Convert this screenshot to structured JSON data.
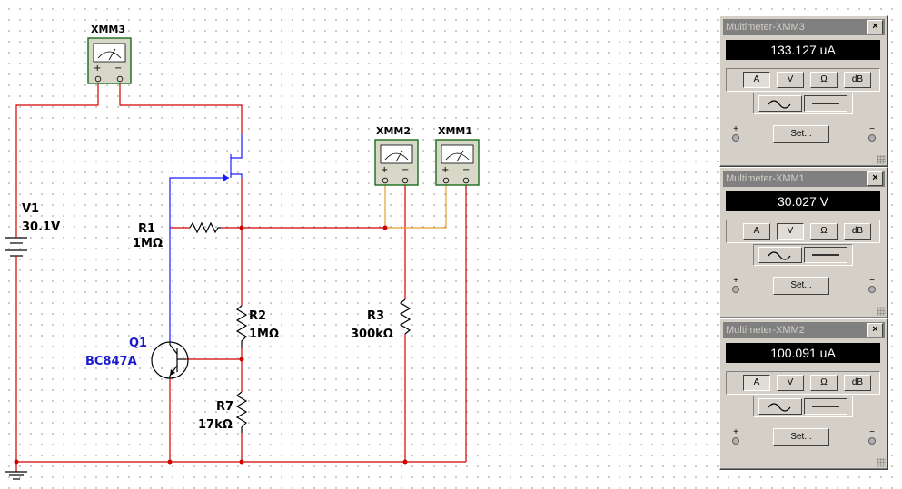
{
  "schematic": {
    "meters": {
      "xmm3": "XMM3",
      "xmm2": "XMM2",
      "xmm1": "XMM1",
      "plus": "+",
      "minus": "−"
    },
    "v1": {
      "name": "V1",
      "value": "30.1V"
    },
    "r1": {
      "name": "R1",
      "value": "1MΩ"
    },
    "r2": {
      "name": "R2",
      "value": "1MΩ"
    },
    "r3": {
      "name": "R3",
      "value": "300kΩ"
    },
    "r7": {
      "name": "R7",
      "value": "17kΩ"
    },
    "q1": {
      "name": "Q1",
      "value": "BC847A"
    },
    "colors": {
      "wire": "#d40000",
      "fet_wire": "#1a1aff",
      "probe_wire": "#e0a030",
      "transistor_label": "#1a1acc"
    }
  },
  "panels": [
    {
      "title": "Multimeter-XMM3",
      "reading": "133.127 uA",
      "active_mode": "A",
      "active_wave": "dc"
    },
    {
      "title": "Multimeter-XMM1",
      "reading": "30.027 V",
      "active_mode": "V",
      "active_wave": "dc"
    },
    {
      "title": "Multimeter-XMM2",
      "reading": "100.091 uA",
      "active_mode": "A",
      "active_wave": "dc"
    }
  ],
  "panel_labels": {
    "close": "×",
    "mode_a": "A",
    "mode_v": "V",
    "mode_ohm": "Ω",
    "mode_db": "dB",
    "set": "Set...",
    "plus": "+",
    "minus": "−"
  },
  "icons": [
    "multimeter-icon",
    "dc-source-icon",
    "resistor-icon",
    "npn-transistor-icon",
    "jfet-icon",
    "ground-icon",
    "sine-wave-icon",
    "dc-line-icon",
    "close-icon"
  ]
}
